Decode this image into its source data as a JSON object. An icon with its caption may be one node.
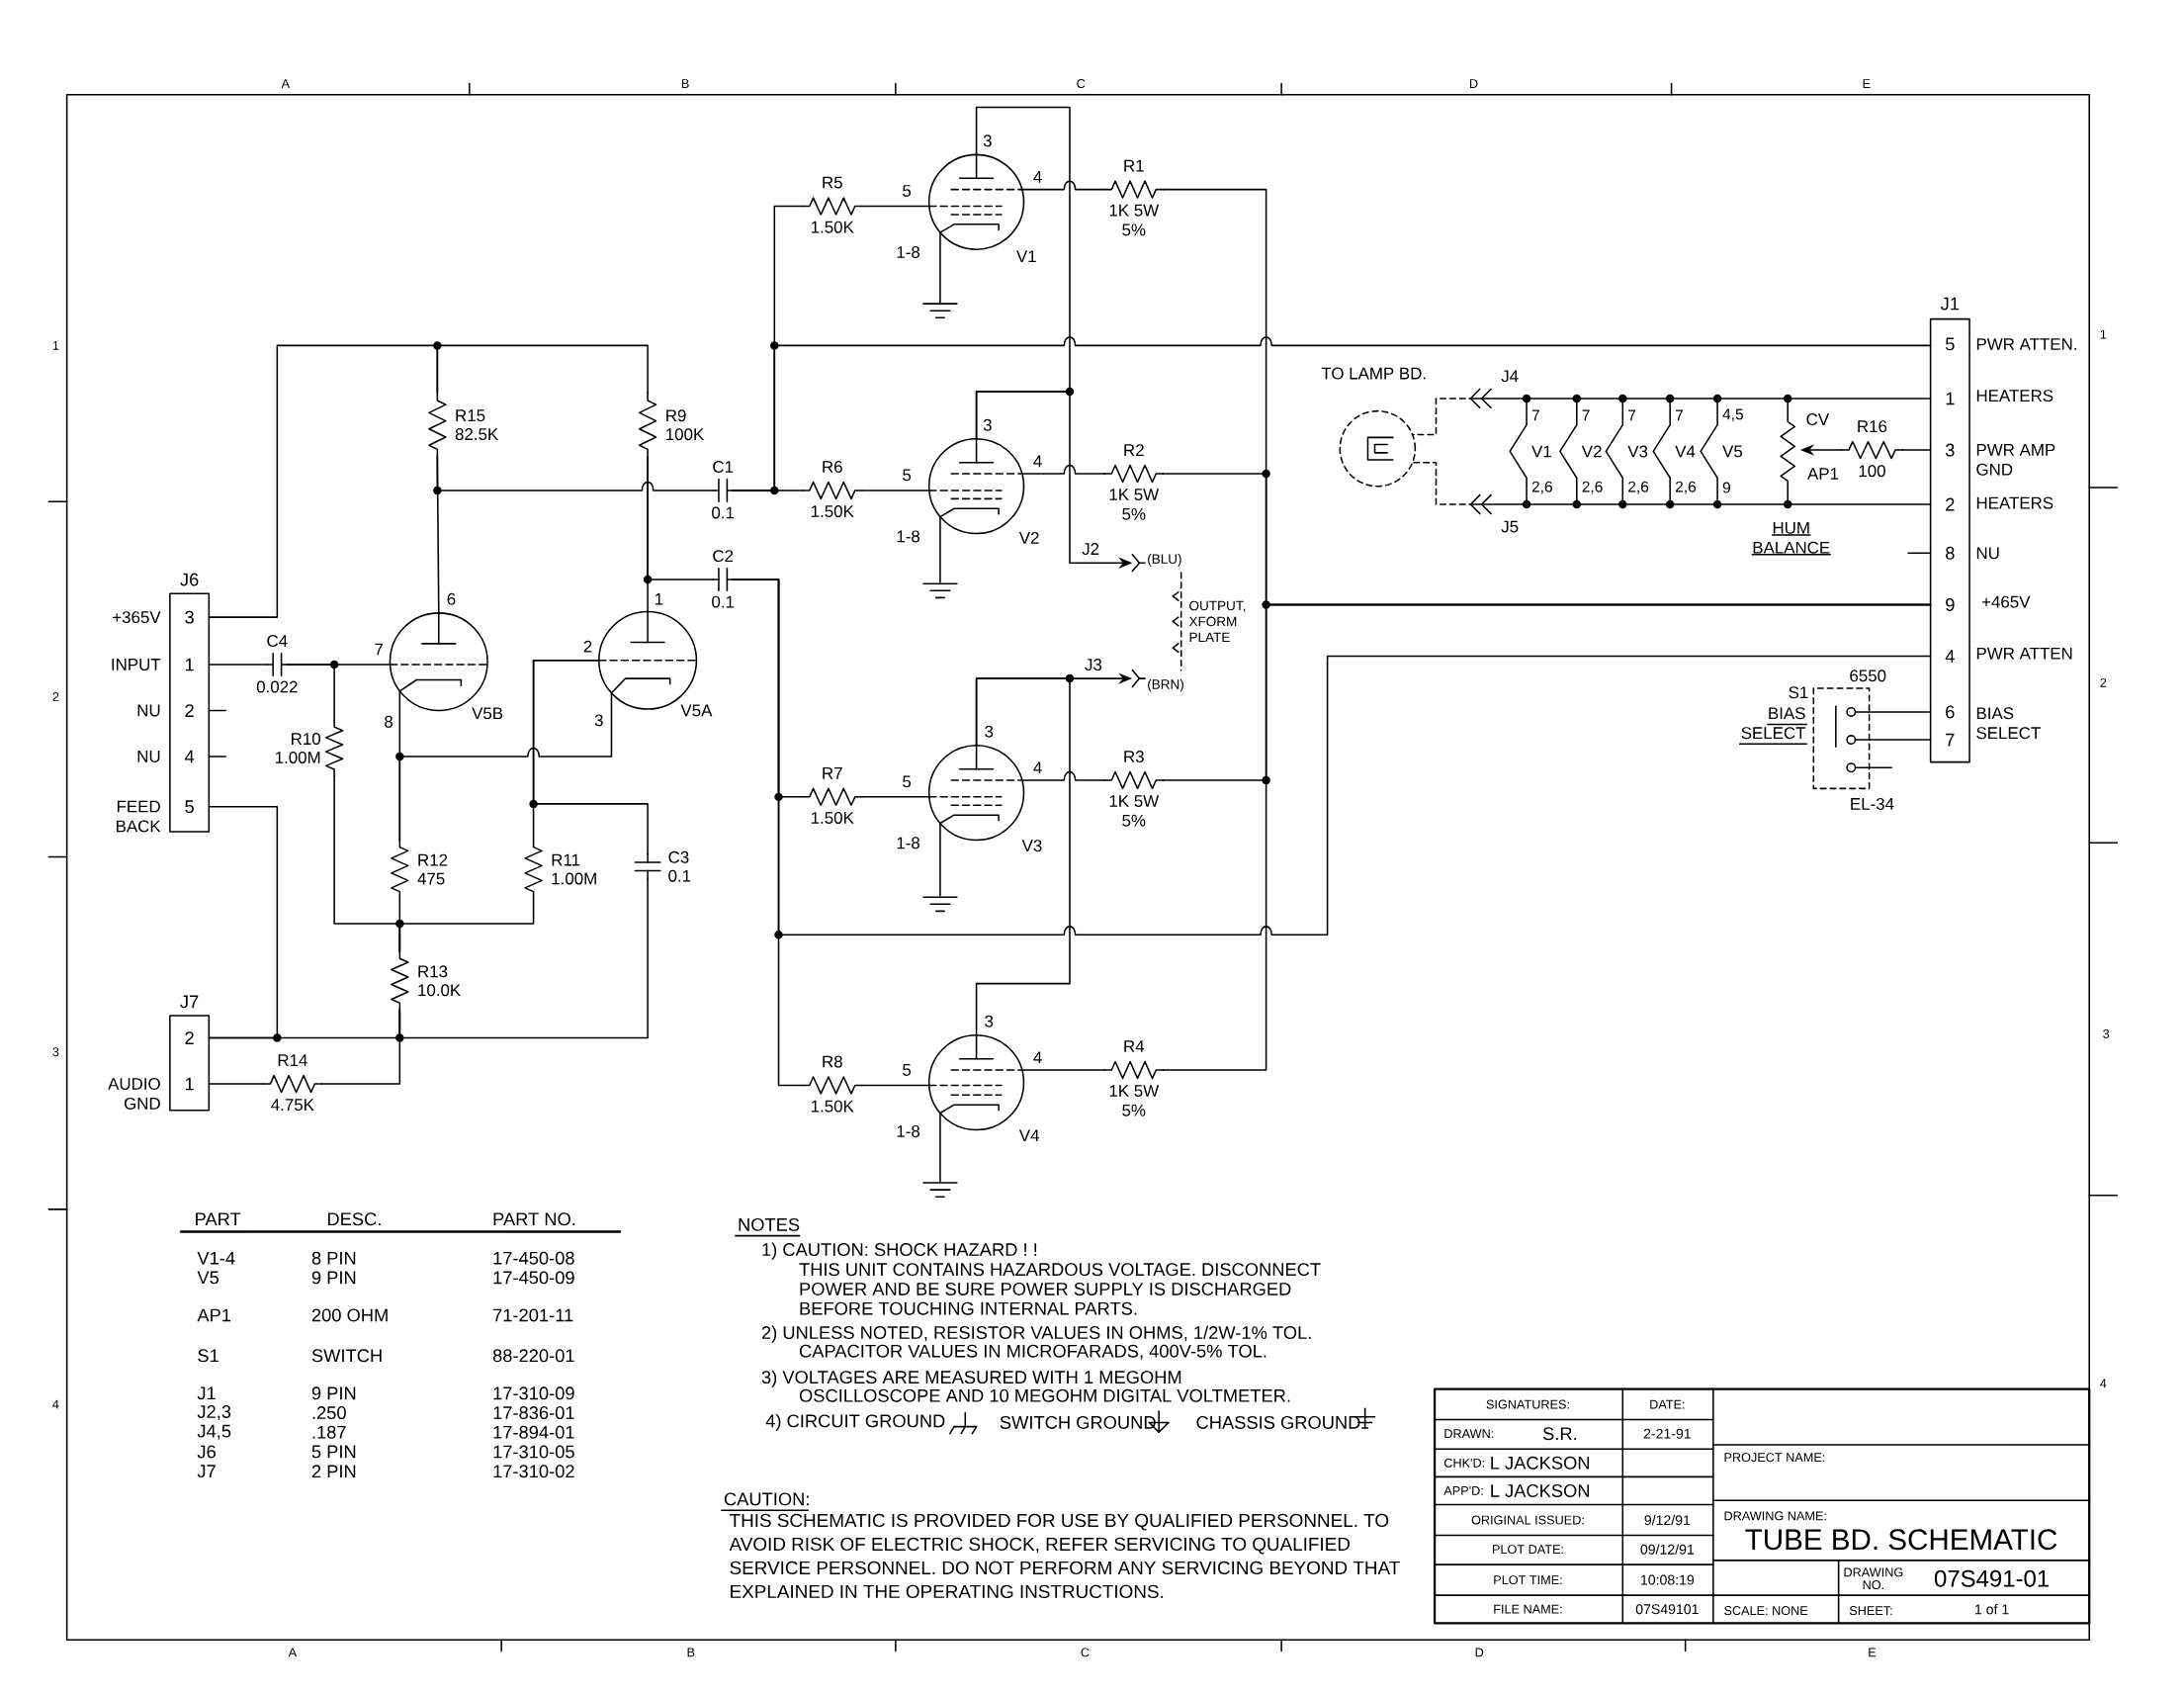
{
  "diagram": {
    "nodes": [
      {
        "text": [
          "J6",
          "3",
          "1",
          "2",
          "4",
          "5"
        ],
        "beside": [
          "+365V",
          "INPUT",
          "NU",
          "NU",
          "FEED BACK"
        ]
      },
      {
        "text": [
          "J7",
          "2",
          "1"
        ],
        "beside": [
          "AUDIO GND"
        ]
      },
      {
        "text": [
          "C4",
          "0.022"
        ]
      },
      {
        "text": [
          "R10",
          "1.00M"
        ]
      },
      {
        "text": [
          "R15",
          "82.5K"
        ]
      },
      {
        "text": [
          "R9",
          "100K"
        ]
      },
      {
        "text": [
          "V5B"
        ],
        "beside": [
          "6",
          "7",
          "8"
        ]
      },
      {
        "text": [
          "V5A"
        ],
        "beside": [
          "1",
          "2",
          "3"
        ]
      },
      {
        "text": [
          "R12",
          "475"
        ]
      },
      {
        "text": [
          "R11",
          "1.00M"
        ]
      },
      {
        "text": [
          "C3",
          "0.1"
        ]
      },
      {
        "text": [
          "R13",
          "10.0K"
        ]
      },
      {
        "text": [
          "R14",
          "4.75K"
        ]
      },
      {
        "text": [
          "C1",
          "0.1"
        ]
      },
      {
        "text": [
          "C2",
          "0.1"
        ]
      },
      {
        "text": [
          "R5",
          "1.50K"
        ]
      },
      {
        "text": [
          "V1"
        ],
        "beside": [
          "3",
          "4",
          "5",
          "1-8"
        ]
      },
      {
        "text": [
          "R1",
          "1K 5W",
          "5%"
        ]
      },
      {
        "text": [],
        "shape": "ground"
      },
      {
        "text": [
          "R6",
          "1.50K"
        ]
      },
      {
        "text": [
          "V2"
        ],
        "beside": [
          "3",
          "4",
          "5",
          "1-8"
        ]
      },
      {
        "text": [
          "R2",
          "1K 5W",
          "5%"
        ]
      },
      {
        "text": [],
        "shape": "ground"
      },
      {
        "text": [
          "(BLU)",
          "OUTPUT, XFORM PLATE",
          "(BRN)"
        ]
      },
      {
        "text": [
          "R7",
          "1.50K"
        ]
      },
      {
        "text": [
          "V3"
        ],
        "beside": [
          "3",
          "4",
          "5",
          "1-8"
        ]
      },
      {
        "text": [
          "R3",
          "1K 5W",
          "5%"
        ]
      },
      {
        "text": [],
        "shape": "ground"
      },
      {
        "text": [
          "R8",
          "1.50K"
        ]
      },
      {
        "text": [
          "V4"
        ],
        "beside": [
          "3",
          "4",
          "5",
          "1-8"
        ]
      },
      {
        "text": [
          "R4",
          "1K 5W",
          "5%"
        ]
      },
      {
        "text": [],
        "shape": "ground"
      },
      {
        "text": [
          "TO LAMP BD."
        ]
      },
      {
        "text": [
          "7",
          "V1",
          "2,6"
        ]
      },
      {
        "text": [
          "7",
          "V2",
          "2,6"
        ]
      },
      {
        "text": [
          "7",
          "V3",
          "2,6"
        ]
      },
      {
        "text": [
          "7",
          "V4",
          "2,6"
        ]
      },
      {
        "text": [
          "4,5",
          "V5",
          "9"
        ]
      },
      {
        "text": [
          "CV",
          "AP1",
          "HUM BALANCE"
        ]
      },
      {
        "text": [
          "R16",
          "100"
        ]
      },
      {
        "text": [
          "J1",
          "5",
          "1",
          "3",
          "2",
          "8",
          "9",
          "4",
          "6",
          "7"
        ],
        "beside": [
          "PWR ATTEN.",
          "HEATERS",
          "PWR AMP GND",
          "HEATERS",
          "NU",
          "+465V",
          "PWR ATTEN",
          "BIAS SELECT"
        ]
      },
      {
        "text": [
          "6550",
          "S1",
          "BIAS SELECT",
          "EL-34"
        ]
      }
    ],
    "edges": [
      {
        "from": 0,
        "to": 4,
        "arrow": "none"
      },
      {
        "from": 4,
        "to": 5,
        "arrow": "none"
      },
      {
        "from": 4,
        "to": 6,
        "arrow": "none"
      },
      {
        "from": 4,
        "to": 13,
        "arrow": "none"
      },
      {
        "from": 5,
        "to": 7,
        "arrow": "none"
      },
      {
        "from": 5,
        "to": 14,
        "arrow": "none"
      },
      {
        "from": 0,
        "to": 2,
        "arrow": "none"
      },
      {
        "from": 2,
        "to": 6,
        "arrow": "none"
      },
      {
        "from": 2,
        "to": 3,
        "arrow": "none"
      },
      {
        "from": 6,
        "to": 8,
        "arrow": "none"
      },
      {
        "from": 7,
        "to": 8,
        "arrow": "none"
      },
      {
        "from": 7,
        "to": 9,
        "arrow": "none"
      },
      {
        "from": 7,
        "to": 10,
        "arrow": "none"
      },
      {
        "from": 8,
        "to": 11,
        "arrow": "none"
      },
      {
        "from": 3,
        "to": 11,
        "arrow": "none"
      },
      {
        "from": 9,
        "to": 11,
        "arrow": "none"
      },
      {
        "from": 11,
        "to": 1,
        "arrow": "none"
      },
      {
        "from": 10,
        "to": 11,
        "arrow": "none"
      },
      {
        "from": 0,
        "to": 1,
        "arrow": "none"
      },
      {
        "from": 12,
        "to": 11,
        "arrow": "none"
      },
      {
        "from": 1,
        "to": 12,
        "arrow": "none"
      },
      {
        "from": 13,
        "to": 19,
        "arrow": "none"
      },
      {
        "from": 13,
        "to": 15,
        "arrow": "none"
      },
      {
        "from": 13,
        "to": 40,
        "arrow": "none"
      },
      {
        "from": 14,
        "to": 24,
        "arrow": "none"
      },
      {
        "from": 14,
        "to": 28,
        "arrow": "none"
      },
      {
        "from": 14,
        "to": 40,
        "arrow": "none"
      },
      {
        "from": 15,
        "to": 16,
        "arrow": "none"
      },
      {
        "from": 19,
        "to": 20,
        "arrow": "none"
      },
      {
        "from": 24,
        "to": 25,
        "arrow": "none"
      },
      {
        "from": 28,
        "to": 29,
        "arrow": "none"
      },
      {
        "from": 16,
        "to": 17,
        "arrow": "none"
      },
      {
        "from": 20,
        "to": 21,
        "arrow": "none"
      },
      {
        "from": 25,
        "to": 26,
        "arrow": "none"
      },
      {
        "from": 29,
        "to": 30,
        "arrow": "none"
      },
      {
        "from": 17,
        "to": 40,
        "arrow": "none"
      },
      {
        "from": 21,
        "to": 40,
        "arrow": "none"
      },
      {
        "from": 26,
        "to": 40,
        "arrow": "none"
      },
      {
        "from": 30,
        "to": 40,
        "arrow": "none"
      },
      {
        "from": 16,
        "to": 20,
        "arrow": "none"
      },
      {
        "from": 20,
        "to": 23,
        "arrow": "to",
        "label": "J2"
      },
      {
        "from": 25,
        "to": 23,
        "arrow": "to",
        "label": "J3"
      },
      {
        "from": 29,
        "to": 25,
        "arrow": "none"
      },
      {
        "from": 16,
        "to": 18,
        "arrow": "none"
      },
      {
        "from": 20,
        "to": 22,
        "arrow": "none"
      },
      {
        "from": 25,
        "to": 27,
        "arrow": "none"
      },
      {
        "from": 29,
        "to": 31,
        "arrow": "none"
      },
      {
        "from": 33,
        "to": 32,
        "arrow": "to",
        "label": "J4",
        "style": "dashed"
      },
      {
        "from": 33,
        "to": 32,
        "arrow": "to",
        "label": "J5",
        "style": "dashed"
      },
      {
        "from": 33,
        "to": 34,
        "arrow": "none"
      },
      {
        "from": 34,
        "to": 35,
        "arrow": "none"
      },
      {
        "from": 35,
        "to": 36,
        "arrow": "none"
      },
      {
        "from": 36,
        "to": 37,
        "arrow": "none"
      },
      {
        "from": 33,
        "to": 34,
        "arrow": "none"
      },
      {
        "from": 34,
        "to": 35,
        "arrow": "none"
      },
      {
        "from": 35,
        "to": 36,
        "arrow": "none"
      },
      {
        "from": 36,
        "to": 37,
        "arrow": "none"
      },
      {
        "from": 37,
        "to": 38,
        "arrow": "none"
      },
      {
        "from": 37,
        "to": 38,
        "arrow": "none"
      },
      {
        "from": 38,
        "to": 40,
        "arrow": "none"
      },
      {
        "from": 38,
        "to": 40,
        "arrow": "none"
      },
      {
        "from": 39,
        "to": 38,
        "arrow": "to"
      },
      {
        "from": 39,
        "to": 40,
        "arrow": "none"
      },
      {
        "from": 41,
        "to": 40,
        "arrow": "none"
      },
      {
        "from": 41,
        "to": 40,
        "arrow": "none"
      }
    ],
    "labels": [
      "A",
      "B",
      "C",
      "D",
      "E",
      "1",
      "1",
      "2",
      "2",
      "3",
      "3",
      "4",
      "4",
      "PART",
      "DESC.",
      "PART NO.",
      "V1-4",
      "8 PIN",
      "17-450-08",
      "V5",
      "9 PIN",
      "17-450-09",
      "AP1",
      "200 OHM",
      "71-201-11",
      "S1",
      "SWITCH",
      "88-220-01",
      "J1",
      "9 PIN",
      "17-310-09",
      "J2,3",
      ".250",
      "17-836-01",
      "J4,5",
      ".187",
      "17-894-01",
      "J6",
      "5 PIN",
      "17-310-05",
      "J7",
      "2 PIN",
      "17-310-02",
      "NOTES",
      "1) CAUTION: SHOCK HAZARD ! !",
      "THIS UNIT CONTAINS HAZARDOUS VOLTAGE. DISCONNECT POWER AND BE SURE POWER SUPPLY IS DISCHARGED BEFORE TOUCHING INTERNAL PARTS.",
      "2) UNLESS NOTED, RESISTOR VALUES IN OHMS, 1/2W-1% TOL. CAPACITOR VALUES IN MICROFARADS, 400V-5% TOL.",
      "3) VOLTAGES ARE MEASURED WITH 1 MEGOHM OSCILLOSCOPE AND 10 MEGOHM DIGITAL VOLTMETER.",
      "4) CIRCUIT GROUND",
      "SWITCH GROUND",
      "CHASSIS GROUND",
      "CAUTION:",
      "THIS SCHEMATIC IS PROVIDED FOR USE BY QUALIFIED PERSONNEL. TO AVOID RISK OF ELECTRIC SHOCK, REFER SERVICING TO QUALIFIED SERVICE PERSONNEL. DO NOT PERFORM ANY SERVICING BEYOND THAT EXPLAINED IN THE OPERATING INSTRUCTIONS.",
      "SIGNATURES:",
      "DATE:",
      "DRAWN:",
      "S.R.",
      "2-21-91",
      "CHK'D:",
      "L JACKSON",
      "APP'D:",
      "L JACKSON",
      "ORIGINAL ISSUED:",
      "9/12/91",
      "PLOT DATE:",
      "09/12/91",
      "PLOT TIME:",
      "10:08:19",
      "FILE NAME:",
      "07S49101",
      "PROJECT NAME:",
      "DRAWING NAME:",
      "TUBE BD. SCHEMATIC",
      "DRAWING NO.",
      "07S491-01",
      "SCALE: NONE",
      "SHEET:",
      "1 of 1",
      "A",
      "B",
      "C",
      "D",
      "E"
    ]
  }
}
